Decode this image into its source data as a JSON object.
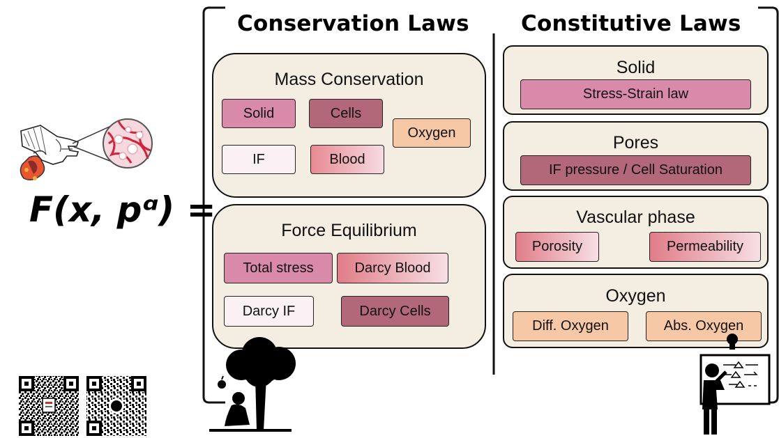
{
  "headings": {
    "conservation": "Conservation Laws",
    "constitutive": "Constitutive Laws"
  },
  "equation": {
    "text": "F(x, pᵅ) ="
  },
  "mass": {
    "title": "Mass Conservation",
    "items": {
      "solid": "Solid",
      "cells": "Cells",
      "oxygen": "Oxygen",
      "if": "IF",
      "blood": "Blood"
    }
  },
  "force": {
    "title": "Force Equilibrium",
    "items": {
      "total_stress": "Total stress",
      "darcy_blood": "Darcy Blood",
      "darcy_if": "Darcy IF",
      "darcy_cells": "Darcy Cells"
    }
  },
  "constitutive": {
    "solid": {
      "title": "Solid",
      "items": [
        "Stress-Strain law"
      ]
    },
    "pores": {
      "title": "Pores",
      "items": [
        "IF pressure / Cell Saturation"
      ]
    },
    "vascular": {
      "title": "Vascular phase",
      "items": [
        "Porosity",
        "Permeability"
      ]
    },
    "oxygen": {
      "title": "Oxygen",
      "items": [
        "Diff. Oxygen",
        "Abs. Oxygen"
      ]
    }
  },
  "colors": {
    "pink": "#d98aa8",
    "mauve": "#b3687a",
    "peach": "#f7c8a6",
    "panel": "#f4ede2"
  },
  "icons": [
    "hand-probing-tissue-icon",
    "tumor-icon",
    "tree-with-apple-icon",
    "person-at-whiteboard-icon",
    "qr-code-paper-icon",
    "qr-code-github-icon"
  ]
}
